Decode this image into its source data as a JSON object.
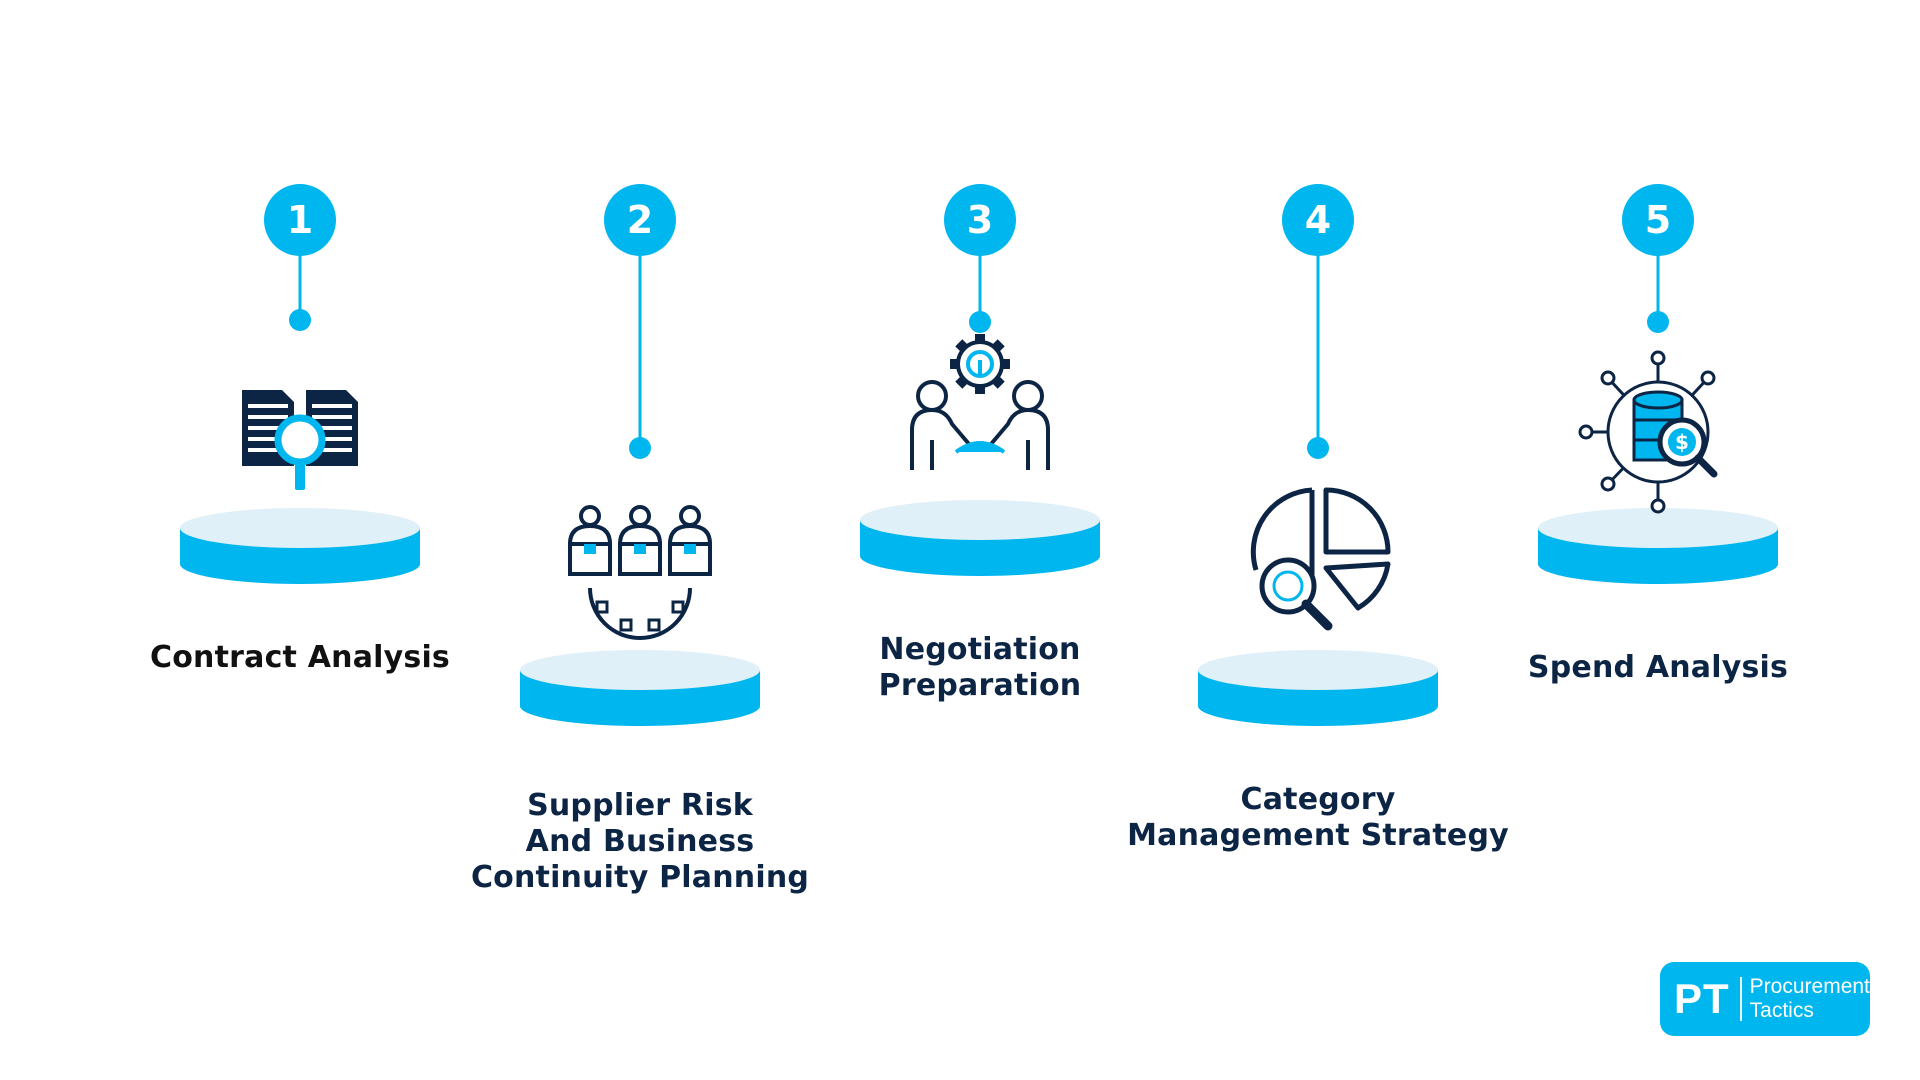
{
  "colors": {
    "accent": "#00b6ee",
    "accent_light": "#dff0f8",
    "navy": "#0d2545",
    "label_black": "#111111",
    "background": "#ffffff"
  },
  "steps": [
    {
      "number": "1",
      "label": [
        "Contract Analysis"
      ],
      "icon": "contract-analysis-icon"
    },
    {
      "number": "2",
      "label": [
        "Supplier Risk",
        "And Business",
        "Continuity Planning"
      ],
      "icon": "supplier-network-icon"
    },
    {
      "number": "3",
      "label": [
        "Negotiation",
        "Preparation"
      ],
      "icon": "handshake-gear-icon"
    },
    {
      "number": "4",
      "label": [
        "Category",
        "Management Strategy"
      ],
      "icon": "pie-chart-search-icon"
    },
    {
      "number": "5",
      "label": [
        "Spend Analysis"
      ],
      "icon": "database-dollar-search-icon"
    }
  ],
  "logo": {
    "initials": "PT",
    "line1": "Procurement",
    "line2": "Tactics"
  }
}
